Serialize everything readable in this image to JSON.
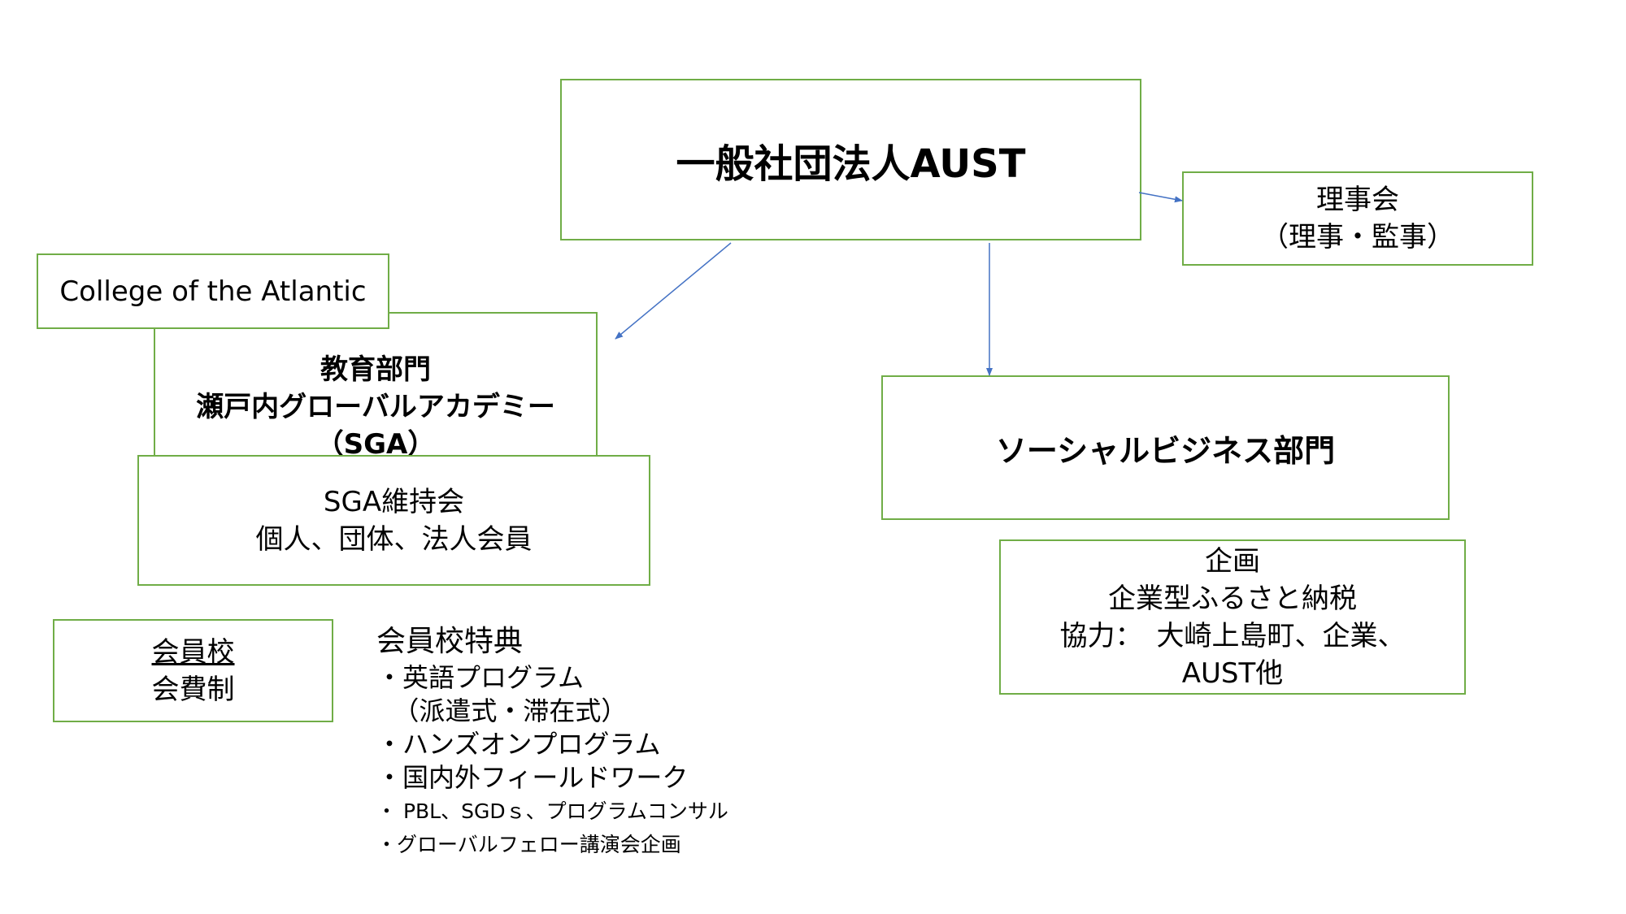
{
  "diagram": {
    "root": {
      "label": "一般社団法人AUST"
    },
    "board": {
      "lines": [
        "理事会",
        "（理事・監事）"
      ]
    },
    "college": {
      "label": "College of the Atlantic"
    },
    "education": {
      "lines": [
        "教育部門",
        "瀬戸内グローバルアカデミー",
        "（SGA）"
      ]
    },
    "sga_support": {
      "lines": [
        "SGA維持会",
        "個人、団体、法人会員"
      ]
    },
    "social_business": {
      "label": "ソーシャルビジネス部門"
    },
    "project": {
      "lines": [
        "企画",
        "企業型ふるさと納税",
        "協力：　大崎上島町、企業、",
        "AUST他"
      ]
    },
    "member_school": {
      "lines": [
        "会員校",
        "会費制"
      ]
    },
    "benefits": {
      "title": "会員校特典",
      "items": [
        "・英語プログラム",
        "  （派遣式・滞在式）",
        "・ハンズオンプログラム",
        "・国内外フィールドワーク",
        "・ PBL、SGDｓ、プログラムコンサル",
        "・グローバルフェロー講演会企画"
      ]
    },
    "colors": {
      "box_border": "#70ad47",
      "arrow": "#4472c4"
    }
  }
}
